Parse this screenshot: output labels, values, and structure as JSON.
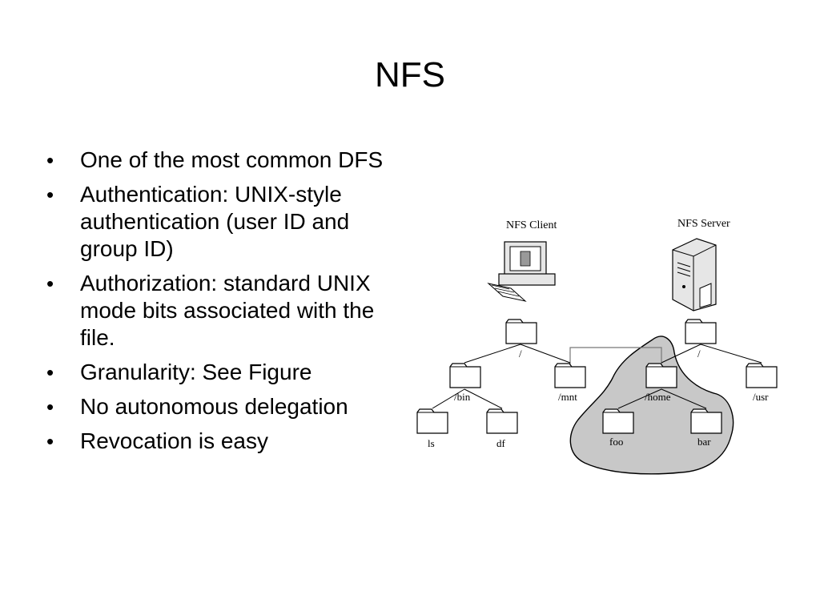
{
  "slide": {
    "title": "NFS",
    "bullets": [
      "One of the most common DFS",
      "Authentication:  UNIX-style authentication (user ID and group ID)",
      "Authorization: standard UNIX mode bits associated with the file.",
      "Granularity: See Figure",
      "No autonomous delegation",
      "Revocation is easy"
    ]
  },
  "diagram": {
    "client_label": "NFS Client",
    "server_label": "NFS Server",
    "client_tree": {
      "root": "/",
      "bin": "/bin",
      "mnt": "/mnt",
      "ls": "ls",
      "df": "df"
    },
    "server_tree": {
      "root": "/",
      "home": "/home",
      "usr": "/usr",
      "foo": "foo",
      "bar": "bar"
    },
    "colors": {
      "folder_fill": "#ffffff",
      "folder_stroke": "#000000",
      "export_region_fill": "#c8c8c8",
      "computer_fill": "#e6e6e6"
    }
  }
}
